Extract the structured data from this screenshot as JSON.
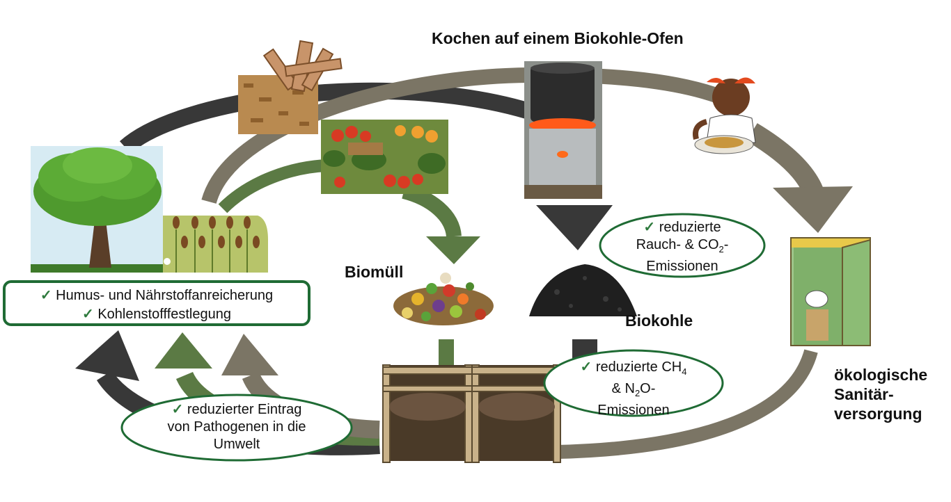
{
  "labels": {
    "cooking": "Kochen auf einem Biokohle-Ofen",
    "biowaste": "Biomüll",
    "biochar": "Biokohle",
    "sanitation": [
      "ökologische",
      "Sanitär-",
      "versorgung"
    ]
  },
  "benefits_box": {
    "line1": "Humus- und Nährstoffanreicherung",
    "line2": "Kohlenstofffestlegung"
  },
  "ellipses": {
    "smoke": {
      "line1": "reduzierte",
      "line2_pre": "Rauch- & CO",
      "line2_sub": "2",
      "line2_post": "-",
      "line3": "Emissionen"
    },
    "methane": {
      "line1_pre": "reduzierte CH",
      "line1_sub": "4",
      "line2_pre": "& N",
      "line2_sub": "2",
      "line2_post": "O-",
      "line3": "Emissionen"
    },
    "pathogens": {
      "line1": "reduzierter Eintrag",
      "line2": "von Pathogenen in die",
      "line3": "Umwelt"
    }
  },
  "check_symbol": "✓",
  "colors": {
    "dark_arrow": "#383838",
    "green_arrow": "#5b7a44",
    "taupe_arrow": "#7b7565",
    "ellipse_border": "#1f6b34",
    "box_border": "#1f6b34"
  },
  "icons": [
    "tree-icon",
    "crop-field-icon",
    "firewood-icon",
    "vegetables-icon",
    "cooking-stove-icon",
    "child-eating-icon",
    "biowaste-pile-icon",
    "biochar-pile-icon",
    "compost-bins-icon",
    "toilet-icon"
  ]
}
